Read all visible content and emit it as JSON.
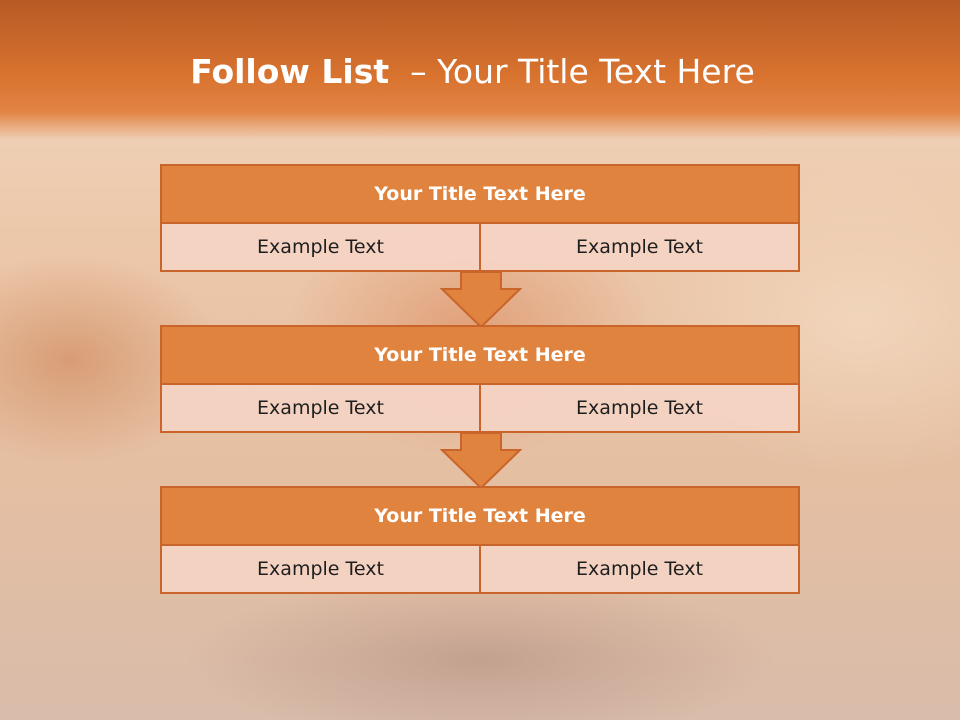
{
  "slide": {
    "title_bold": "Follow List",
    "title_rest": "– Your Title Text Here"
  },
  "blocks": [
    {
      "title": "Your Title Text Here",
      "cells": [
        "Example Text",
        "Example Text"
      ]
    },
    {
      "title": "Your Title Text Here",
      "cells": [
        "Example Text",
        "Example Text"
      ]
    },
    {
      "title": "Your Title Text Here",
      "cells": [
        "Example Text",
        "Example Text"
      ]
    }
  ],
  "colors": {
    "accent": "#e0833f",
    "border": "#c9652a",
    "cell_fill": "#f5d4c4",
    "header_band": "#d9732f"
  },
  "icons": [
    "down-arrow-icon"
  ]
}
